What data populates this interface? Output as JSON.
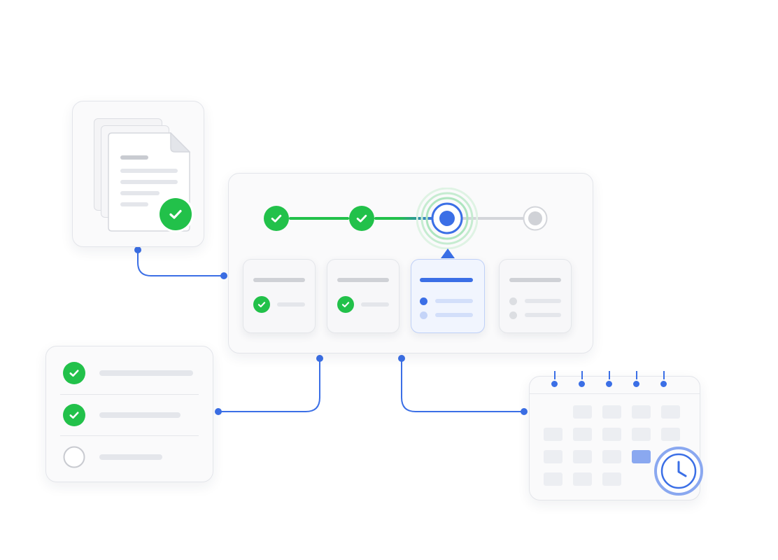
{
  "colors": {
    "done": "#22c14a",
    "active": "#3b6fe6",
    "pending": "#c8cad0",
    "connector": "#3b6fe6"
  },
  "stepper": {
    "steps": [
      {
        "state": "done",
        "icon": "check-icon"
      },
      {
        "state": "done",
        "icon": "check-icon"
      },
      {
        "state": "active",
        "icon": "active-dot-icon"
      },
      {
        "state": "pending",
        "icon": "pending-dot-icon"
      }
    ]
  },
  "documents": {
    "icon": "document-stack-icon",
    "badge": "check-icon"
  },
  "checklist": {
    "items": [
      {
        "state": "done",
        "icon": "check-icon"
      },
      {
        "state": "done",
        "icon": "check-icon"
      },
      {
        "state": "empty",
        "icon": "empty-circle-icon"
      }
    ]
  },
  "calendar": {
    "icon": "calendar-icon",
    "badge": "clock-icon"
  }
}
